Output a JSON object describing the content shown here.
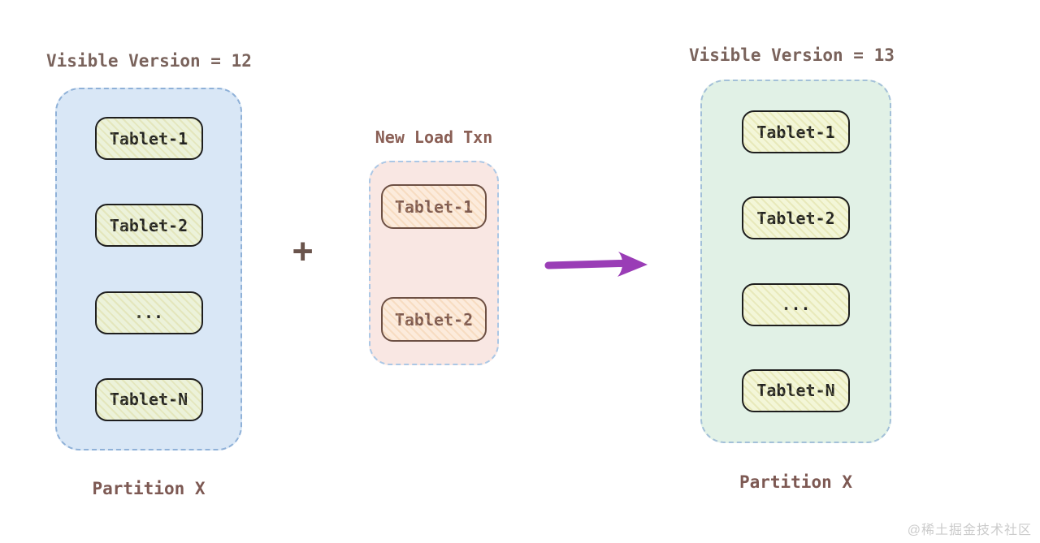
{
  "page": {
    "background": "#ffffff",
    "watermark": "@稀土掘金技术社区"
  },
  "left_partition": {
    "title": "Visible Version = 12",
    "tablets": [
      "Tablet-1",
      "Tablet-2",
      "...",
      "Tablet-N"
    ],
    "label": "Partition X",
    "container_fill": "#d9e7f6",
    "container_border": "#8fb1d8",
    "tablet_fill": "#ecf2da",
    "tablet_border": "#1e1e1e"
  },
  "new_load_txn": {
    "plus": "+",
    "title": "New Load Txn",
    "tablets": [
      "Tablet-1",
      "Tablet-2"
    ],
    "container_fill": "#f9e7e3",
    "container_border": "#abc7e5",
    "tablet_fill": "#fcebdc",
    "tablet_border": "#6d5044",
    "tablet_text_color": "#7d5a50"
  },
  "arrow": {
    "color": "#9a3db6",
    "direction": "right"
  },
  "right_partition": {
    "title": "Visible Version = 13",
    "tablets": [
      "Tablet-1",
      "Tablet-2",
      "...",
      "Tablet-N"
    ],
    "label": "Partition X",
    "container_fill": "#e1f1e6",
    "container_border": "#a3c0d8",
    "tablet_fill": "#f3f6d8",
    "tablet_border": "#1e1e1e"
  },
  "colors": {
    "title_text": "#7a635c",
    "partition_text": "#7d5953",
    "plus_text": "#6a544c",
    "watermark_text": "#cbcbcb"
  }
}
